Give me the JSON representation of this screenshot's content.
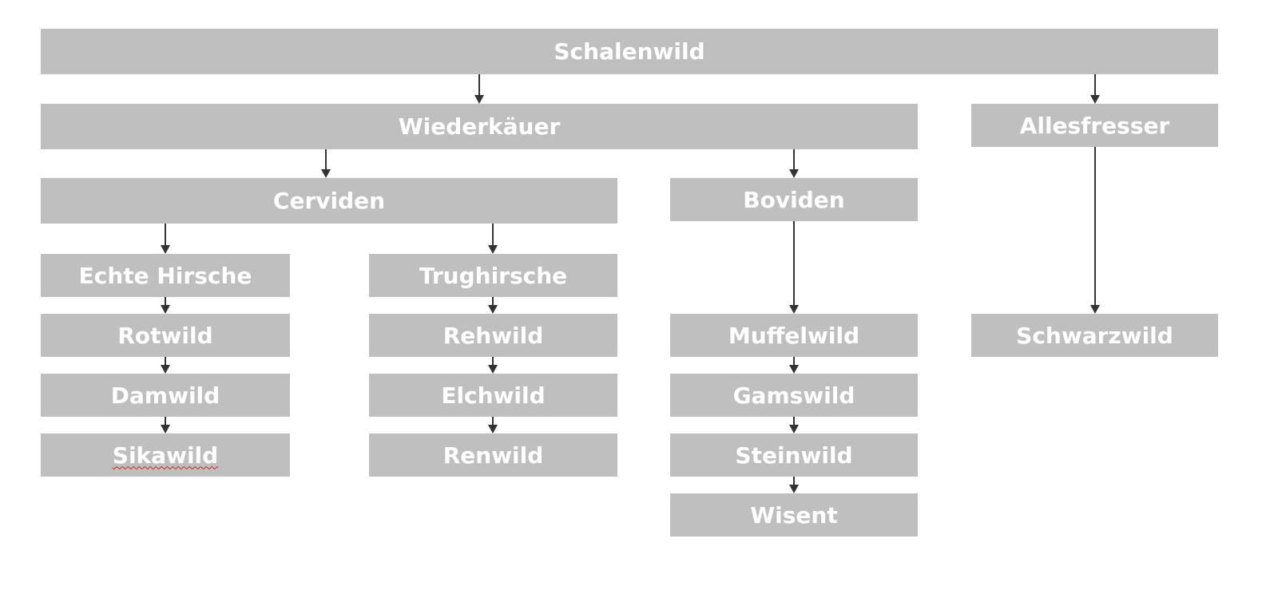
{
  "colors": {
    "box_fill": "#bfbfbf",
    "box_text": "#ffffff",
    "arrow": "#333333",
    "spellcheck_underline": "#d02020"
  },
  "nodes": {
    "schalenwild": "Schalenwild",
    "wiederkaeuer": "Wiederkäuer",
    "allesfresser": "Allesfresser",
    "cerviden": "Cerviden",
    "boviden": "Boviden",
    "echte_hirsche": "Echte Hirsche",
    "trughirsche": "Trughirsche",
    "rotwild": "Rotwild",
    "damwild": "Damwild",
    "sikawild": "Sikawild",
    "rehwild": "Rehwild",
    "elchwild": "Elchwild",
    "renwild": "Renwild",
    "muffelwild": "Muffelwild",
    "gamswild": "Gamswild",
    "steinwild": "Steinwild",
    "wisent": "Wisent",
    "schwarzwild": "Schwarzwild"
  },
  "edges": [
    [
      "schalenwild",
      "wiederkaeuer"
    ],
    [
      "schalenwild",
      "allesfresser"
    ],
    [
      "wiederkaeuer",
      "cerviden"
    ],
    [
      "wiederkaeuer",
      "boviden"
    ],
    [
      "cerviden",
      "echte_hirsche"
    ],
    [
      "cerviden",
      "trughirsche"
    ],
    [
      "echte_hirsche",
      "rotwild"
    ],
    [
      "rotwild",
      "damwild"
    ],
    [
      "damwild",
      "sikawild"
    ],
    [
      "trughirsche",
      "rehwild"
    ],
    [
      "rehwild",
      "elchwild"
    ],
    [
      "elchwild",
      "renwild"
    ],
    [
      "boviden",
      "muffelwild"
    ],
    [
      "muffelwild",
      "gamswild"
    ],
    [
      "gamswild",
      "steinwild"
    ],
    [
      "steinwild",
      "wisent"
    ],
    [
      "allesfresser",
      "schwarzwild"
    ]
  ]
}
